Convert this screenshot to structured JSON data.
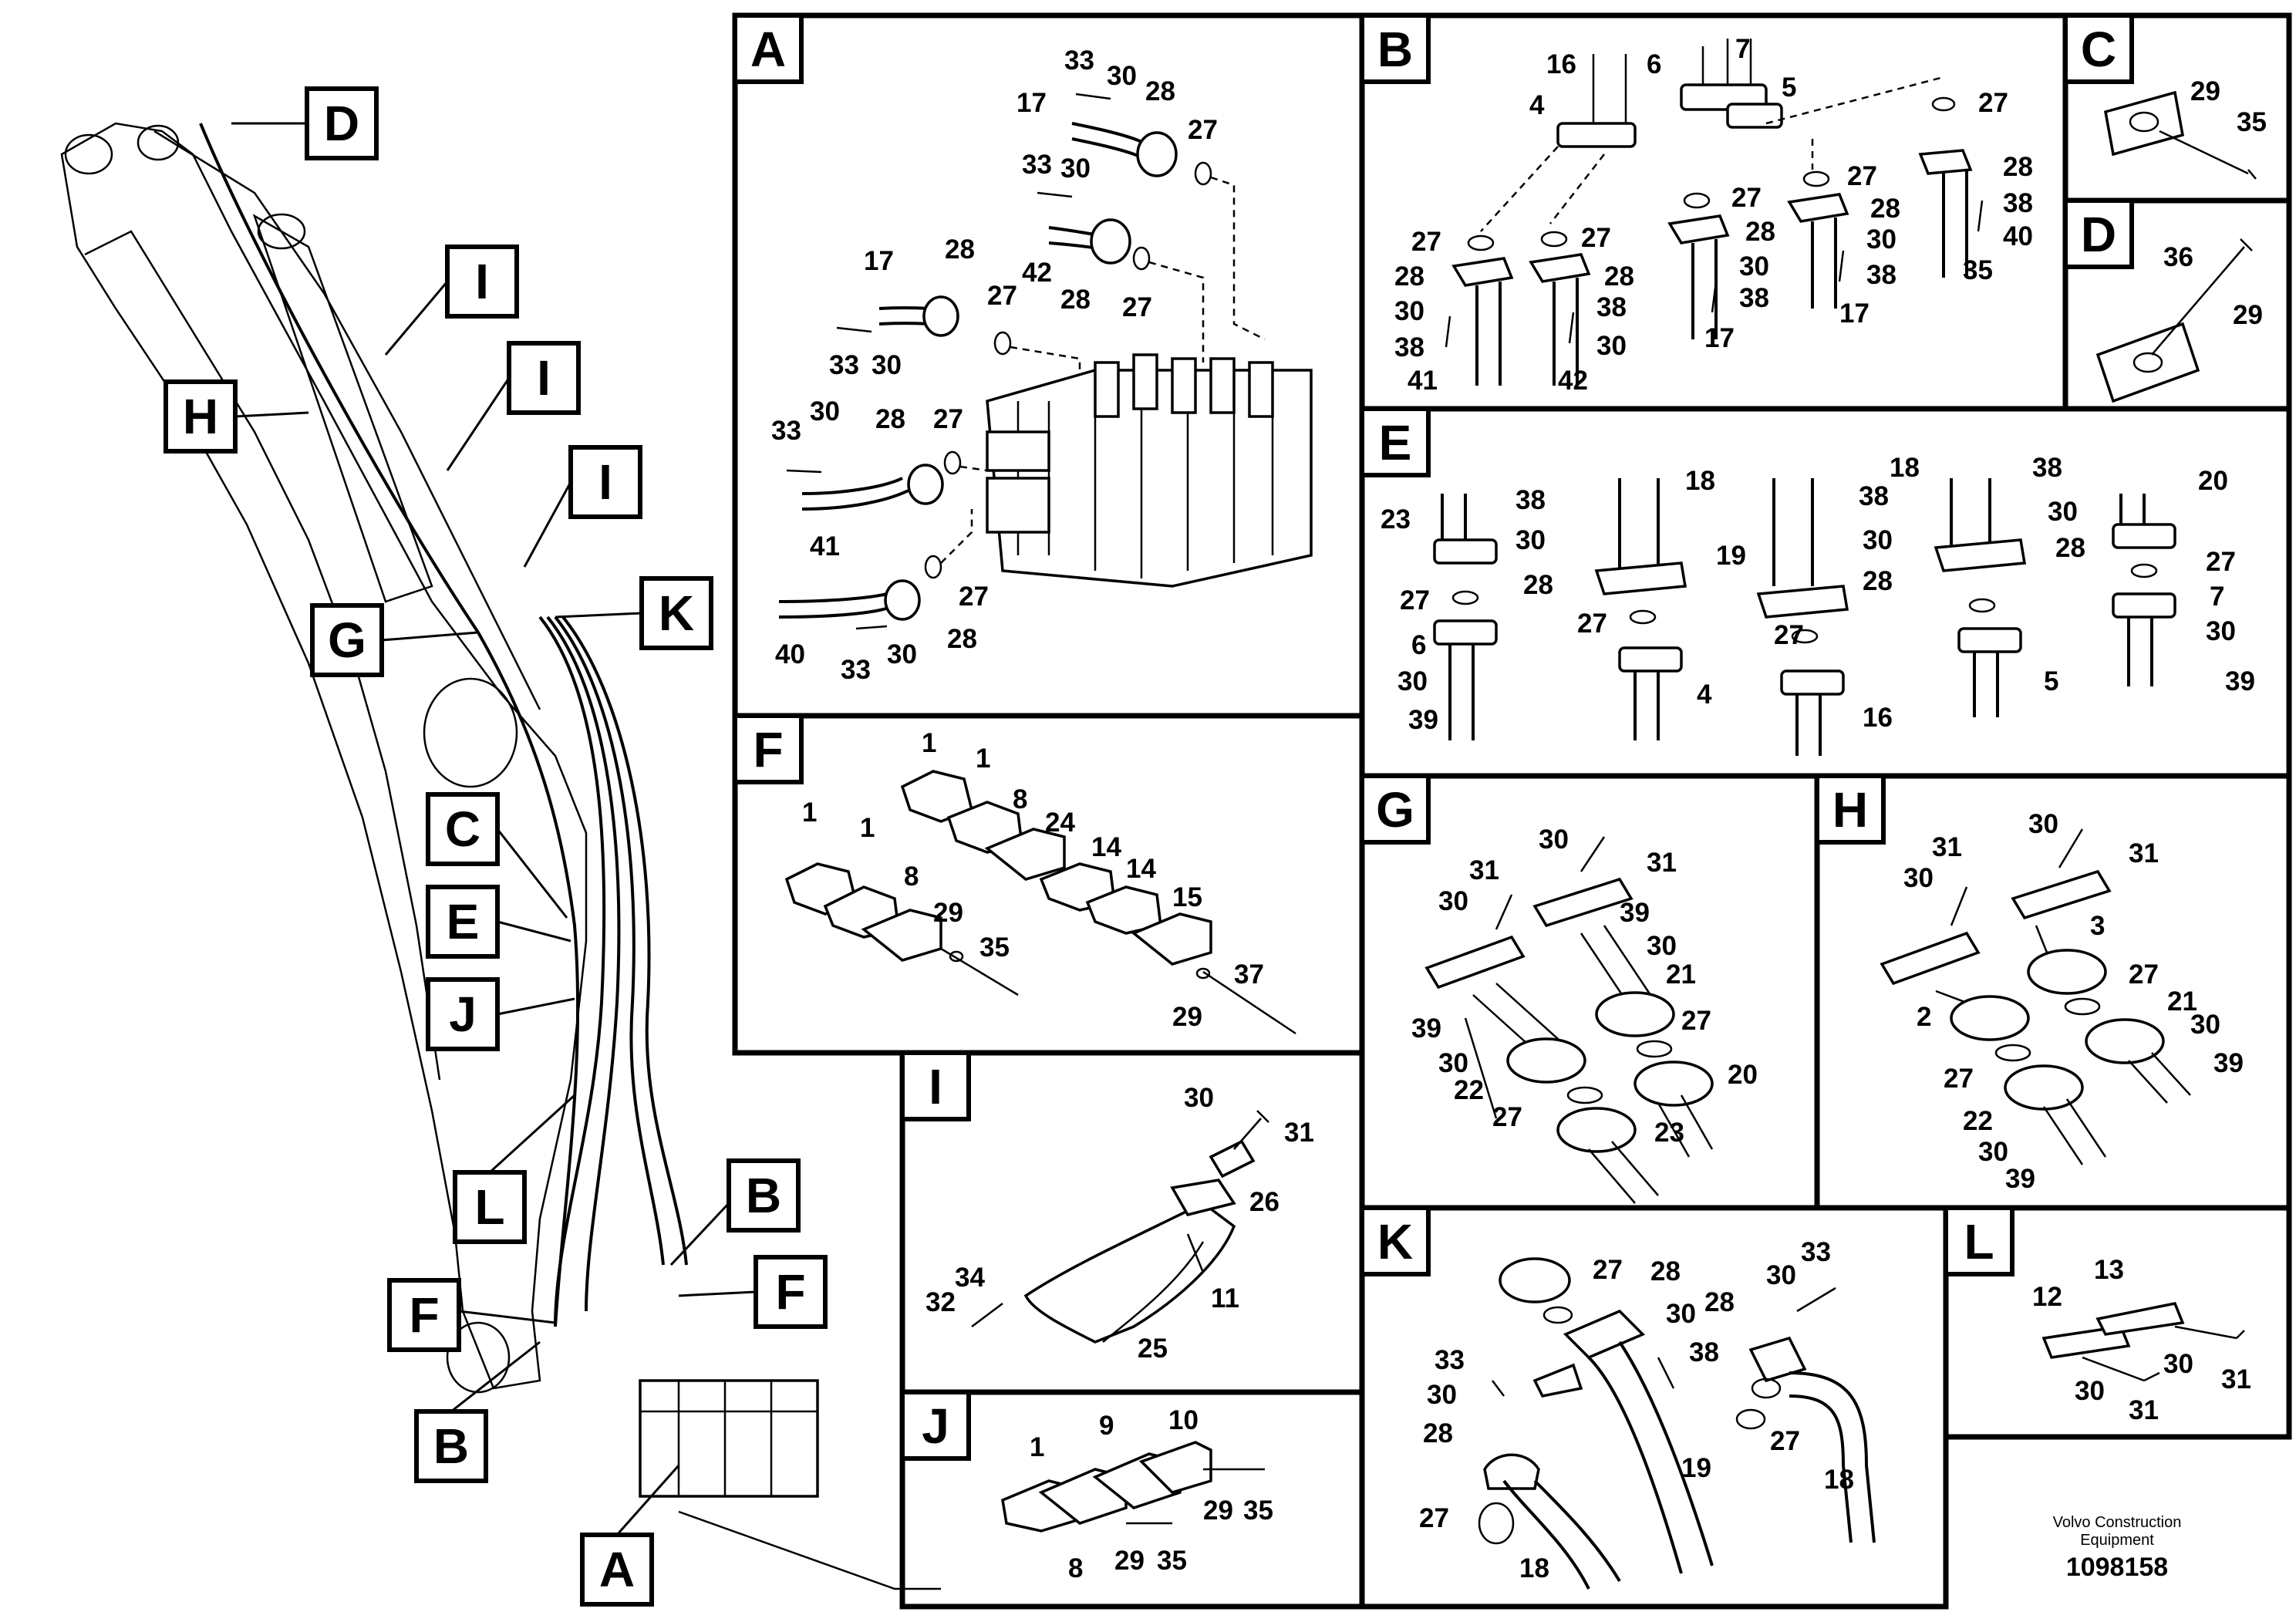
{
  "overview": {
    "letters": [
      "D",
      "I",
      "H",
      "I",
      "I",
      "K",
      "G",
      "C",
      "E",
      "J",
      "L",
      "B",
      "F",
      "F",
      "B",
      "A"
    ]
  },
  "panels": [
    {
      "label": "A",
      "callouts": [
        "33",
        "30",
        "28",
        "17",
        "27",
        "33",
        "30",
        "17",
        "28",
        "42",
        "28",
        "27",
        "27",
        "33",
        "30",
        "33",
        "30",
        "28",
        "27",
        "41",
        "40",
        "33",
        "30",
        "27",
        "28"
      ]
    },
    {
      "label": "B",
      "callouts": [
        "16",
        "7",
        "6",
        "5",
        "4",
        "27",
        "27",
        "27",
        "27",
        "27",
        "28",
        "28",
        "28",
        "28",
        "28",
        "30",
        "30",
        "30",
        "30",
        "38",
        "38",
        "38",
        "38",
        "38",
        "40",
        "41",
        "42",
        "17",
        "17",
        "35"
      ]
    },
    {
      "label": "C",
      "callouts": [
        "29",
        "35"
      ]
    },
    {
      "label": "D",
      "callouts": [
        "36",
        "29"
      ]
    },
    {
      "label": "E",
      "callouts": [
        "18",
        "38",
        "30",
        "23",
        "28",
        "27",
        "6",
        "30",
        "39",
        "4",
        "19",
        "38",
        "30",
        "28",
        "27",
        "16",
        "18",
        "38",
        "30",
        "28",
        "27",
        "5",
        "20",
        "27",
        "7",
        "30",
        "39"
      ]
    },
    {
      "label": "F",
      "callouts": [
        "1",
        "1",
        "1",
        "1",
        "8",
        "24",
        "14",
        "14",
        "15",
        "8",
        "29",
        "35",
        "37",
        "29"
      ]
    },
    {
      "label": "G",
      "callouts": [
        "30",
        "31",
        "31",
        "30",
        "39",
        "30",
        "21",
        "27",
        "39",
        "30",
        "22",
        "27",
        "20",
        "23"
      ]
    },
    {
      "label": "H",
      "callouts": [
        "30",
        "31",
        "31",
        "30",
        "3",
        "27",
        "21",
        "30",
        "2",
        "39",
        "27",
        "22",
        "30",
        "39"
      ]
    },
    {
      "label": "I",
      "callouts": [
        "30",
        "31",
        "26",
        "34",
        "32",
        "11",
        "25"
      ]
    },
    {
      "label": "J",
      "callouts": [
        "9",
        "10",
        "1",
        "29",
        "35",
        "8",
        "29",
        "35"
      ]
    },
    {
      "label": "K",
      "callouts": [
        "27",
        "28",
        "30",
        "33",
        "38",
        "30",
        "28",
        "33",
        "30",
        "28",
        "19",
        "27",
        "27",
        "18",
        "18"
      ]
    },
    {
      "label": "L",
      "callouts": [
        "12",
        "13",
        "30",
        "31",
        "30",
        "31"
      ]
    }
  ],
  "footer": {
    "brand_line1": "Volvo Construction",
    "brand_line2": "Equipment",
    "doc_number": "1098158"
  }
}
